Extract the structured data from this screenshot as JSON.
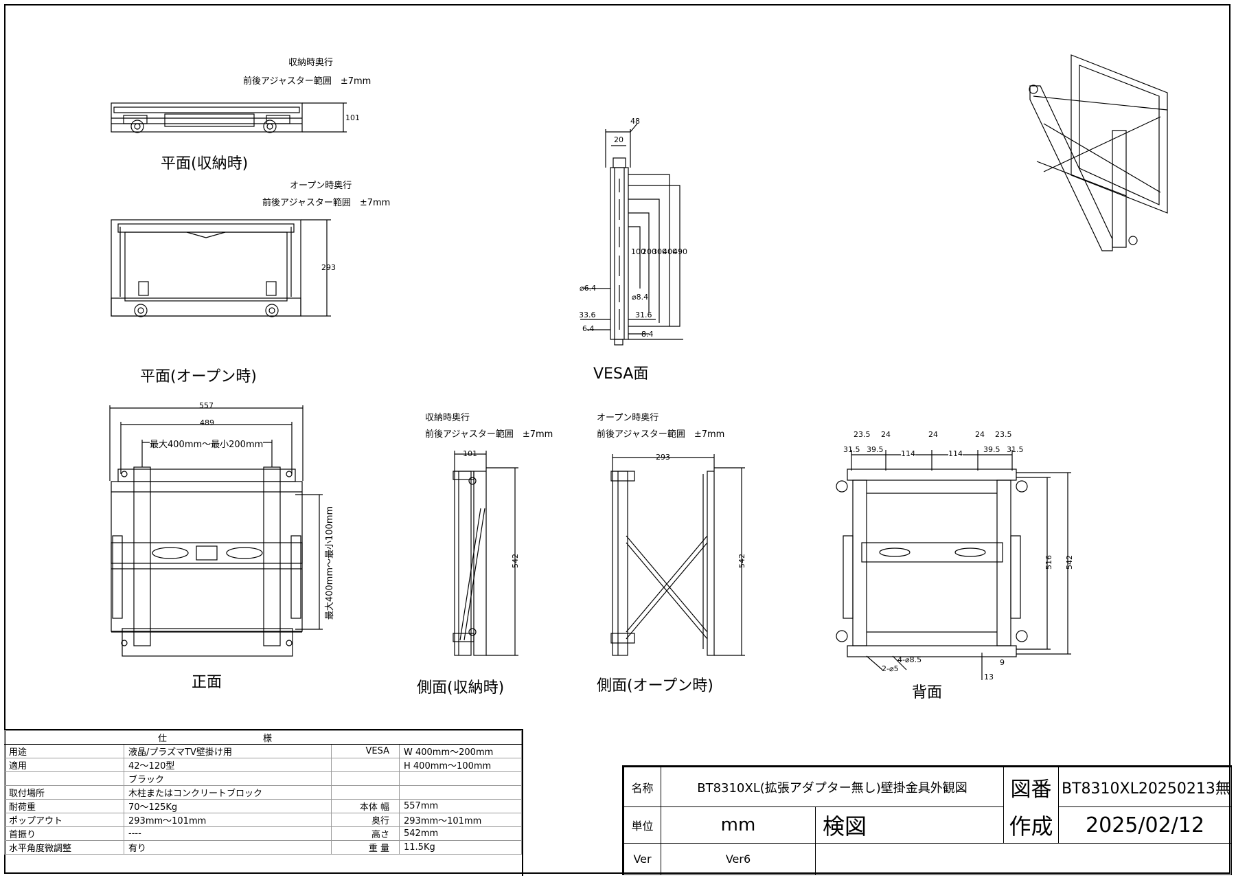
{
  "views": {
    "plan_stored": {
      "caption": "平面(収納時)",
      "note_depth": "収納時奥行",
      "note_range": "前後アジャスター範囲　±7mm",
      "dim_depth": "101"
    },
    "plan_open": {
      "caption": "平面(オープン時)",
      "note_depth": "オープン時奥行",
      "note_range": "前後アジャスター範囲　±7mm",
      "dim_depth": "293"
    },
    "vesa": {
      "caption": "VESA面",
      "dims": {
        "top48": "48",
        "top20": "20",
        "d100": "100",
        "d200": "200",
        "d300": "300",
        "d400": "400",
        "d490": "490",
        "hole64": "⌀6.4",
        "hole84": "⌀8.4",
        "off336": "33.6",
        "off316": "31.6",
        "off64": "6.4",
        "off84": "8.4"
      }
    },
    "front": {
      "caption": "正面",
      "dim_width": "557",
      "dim_inner": "489",
      "dim_pitch_h": "最大400mm～最小200mm",
      "dim_pitch_v": "最大400mm～最小100mm"
    },
    "side_stored": {
      "caption": "側面(収納時)",
      "note_depth": "収納時奥行",
      "note_range": "前後アジャスター範囲　±7mm",
      "dim_depth": "101",
      "dim_height": "542"
    },
    "side_open": {
      "caption": "側面(オープン時)",
      "note_depth": "オープン時奥行",
      "note_range": "前後アジャスター範囲　±7mm",
      "dim_depth": "293",
      "dim_height": "542"
    },
    "back": {
      "caption": "背面",
      "dims": {
        "a235l": "23.5",
        "a24l": "24",
        "a24c": "24",
        "a24r": "24",
        "a235r": "23.5",
        "a315l": "31.5",
        "a395l": "39.5",
        "a114l": "114",
        "a114r": "114",
        "a395r": "39.5",
        "a315r": "31.5",
        "h516": "516",
        "h542": "542",
        "holes_4": "4-⌀8.5",
        "holes_2": "2-⌀5",
        "d9": "9",
        "d13": "13"
      }
    }
  },
  "spec": {
    "header": "仕様",
    "rows": [
      [
        "用途",
        "液晶/プラズマTV壁掛け用",
        "VESA",
        "W  400mm～200mm"
      ],
      [
        "適用",
        "42～120型",
        "",
        "H  400mm～100mm"
      ],
      [
        "",
        "ブラック",
        "",
        ""
      ],
      [
        "取付場所",
        "木柱またはコンクリートブロック",
        "",
        ""
      ],
      [
        "耐荷重",
        "70～125Kg",
        "本体  幅",
        "557mm"
      ],
      [
        "ポップアウト",
        "293mm～101mm",
        "奥行",
        "293mm～101mm"
      ],
      [
        "首振り",
        "----",
        "高さ",
        "542mm"
      ],
      [
        "水平角度微調整",
        "有り",
        "重  量",
        "11.5Kg"
      ]
    ]
  },
  "title_block": {
    "name_label": "名称",
    "name_value": "BT8310XL(拡張アダプター無し)壁掛金具外観図",
    "drawing_no_label": "図番",
    "drawing_no_value": "BT8310XL20250213無",
    "unit_label": "単位",
    "unit_value": "mm",
    "check_label": "検図",
    "created_label": "作成",
    "created_value": "2025/02/12",
    "ver_label": "Ver",
    "ver_value": "Ver6"
  }
}
